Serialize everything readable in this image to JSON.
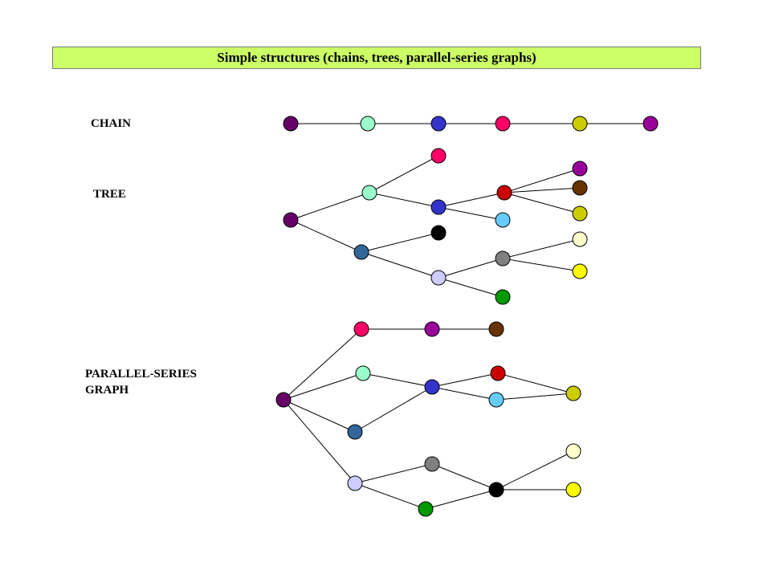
{
  "title": "Simple structures (chains, trees, parallel-series graphs)",
  "labels": {
    "chain": "CHAIN",
    "tree": "TREE",
    "parallel_series_line1": "PARALLEL-SERIES",
    "parallel_series_line2": "GRAPH"
  },
  "colors": {
    "banner": "#ccff66",
    "dark_purple": "#660066",
    "mint": "#99ffcc",
    "blue": "#3333cc",
    "pink": "#ff0066",
    "olive": "#cccc00",
    "purple": "#990099",
    "red": "#cc0000",
    "brown": "#663300",
    "sky": "#66ccff",
    "black": "#000000",
    "steel": "#336699",
    "lavender": "#ccccff",
    "gray": "#808080",
    "cream": "#ffffcc",
    "yellow": "#ffff00",
    "green": "#009900"
  },
  "chain": {
    "nodes": [
      "dark_purple",
      "mint",
      "blue",
      "pink",
      "olive",
      "purple"
    ],
    "edges": [
      [
        0,
        1
      ],
      [
        1,
        2
      ],
      [
        2,
        3
      ],
      [
        3,
        4
      ],
      [
        4,
        5
      ]
    ]
  },
  "tree": {
    "nodes": [
      "dark_purple",
      "mint",
      "steel",
      "pink",
      "blue",
      "black",
      "lavender",
      "red",
      "sky",
      "gray",
      "green",
      "purple",
      "brown",
      "olive",
      "cream",
      "yellow"
    ],
    "edges": [
      [
        0,
        1
      ],
      [
        0,
        2
      ],
      [
        1,
        3
      ],
      [
        1,
        4
      ],
      [
        2,
        5
      ],
      [
        2,
        6
      ],
      [
        4,
        7
      ],
      [
        4,
        8
      ],
      [
        6,
        9
      ],
      [
        6,
        10
      ],
      [
        7,
        11
      ],
      [
        7,
        12
      ],
      [
        7,
        13
      ],
      [
        9,
        14
      ],
      [
        9,
        15
      ]
    ]
  },
  "parallel_series": {
    "nodes": [
      "dark_purple",
      "pink",
      "mint",
      "steel",
      "lavender",
      "purple",
      "brown",
      "blue",
      "red",
      "sky",
      "olive",
      "gray",
      "green",
      "black",
      "cream",
      "yellow"
    ],
    "edges": [
      [
        0,
        1
      ],
      [
        0,
        2
      ],
      [
        0,
        3
      ],
      [
        0,
        4
      ],
      [
        1,
        5
      ],
      [
        5,
        6
      ],
      [
        2,
        7
      ],
      [
        3,
        7
      ],
      [
        7,
        8
      ],
      [
        7,
        9
      ],
      [
        8,
        10
      ],
      [
        9,
        10
      ],
      [
        4,
        11
      ],
      [
        4,
        12
      ],
      [
        11,
        13
      ],
      [
        12,
        13
      ],
      [
        13,
        14
      ],
      [
        13,
        15
      ]
    ]
  }
}
